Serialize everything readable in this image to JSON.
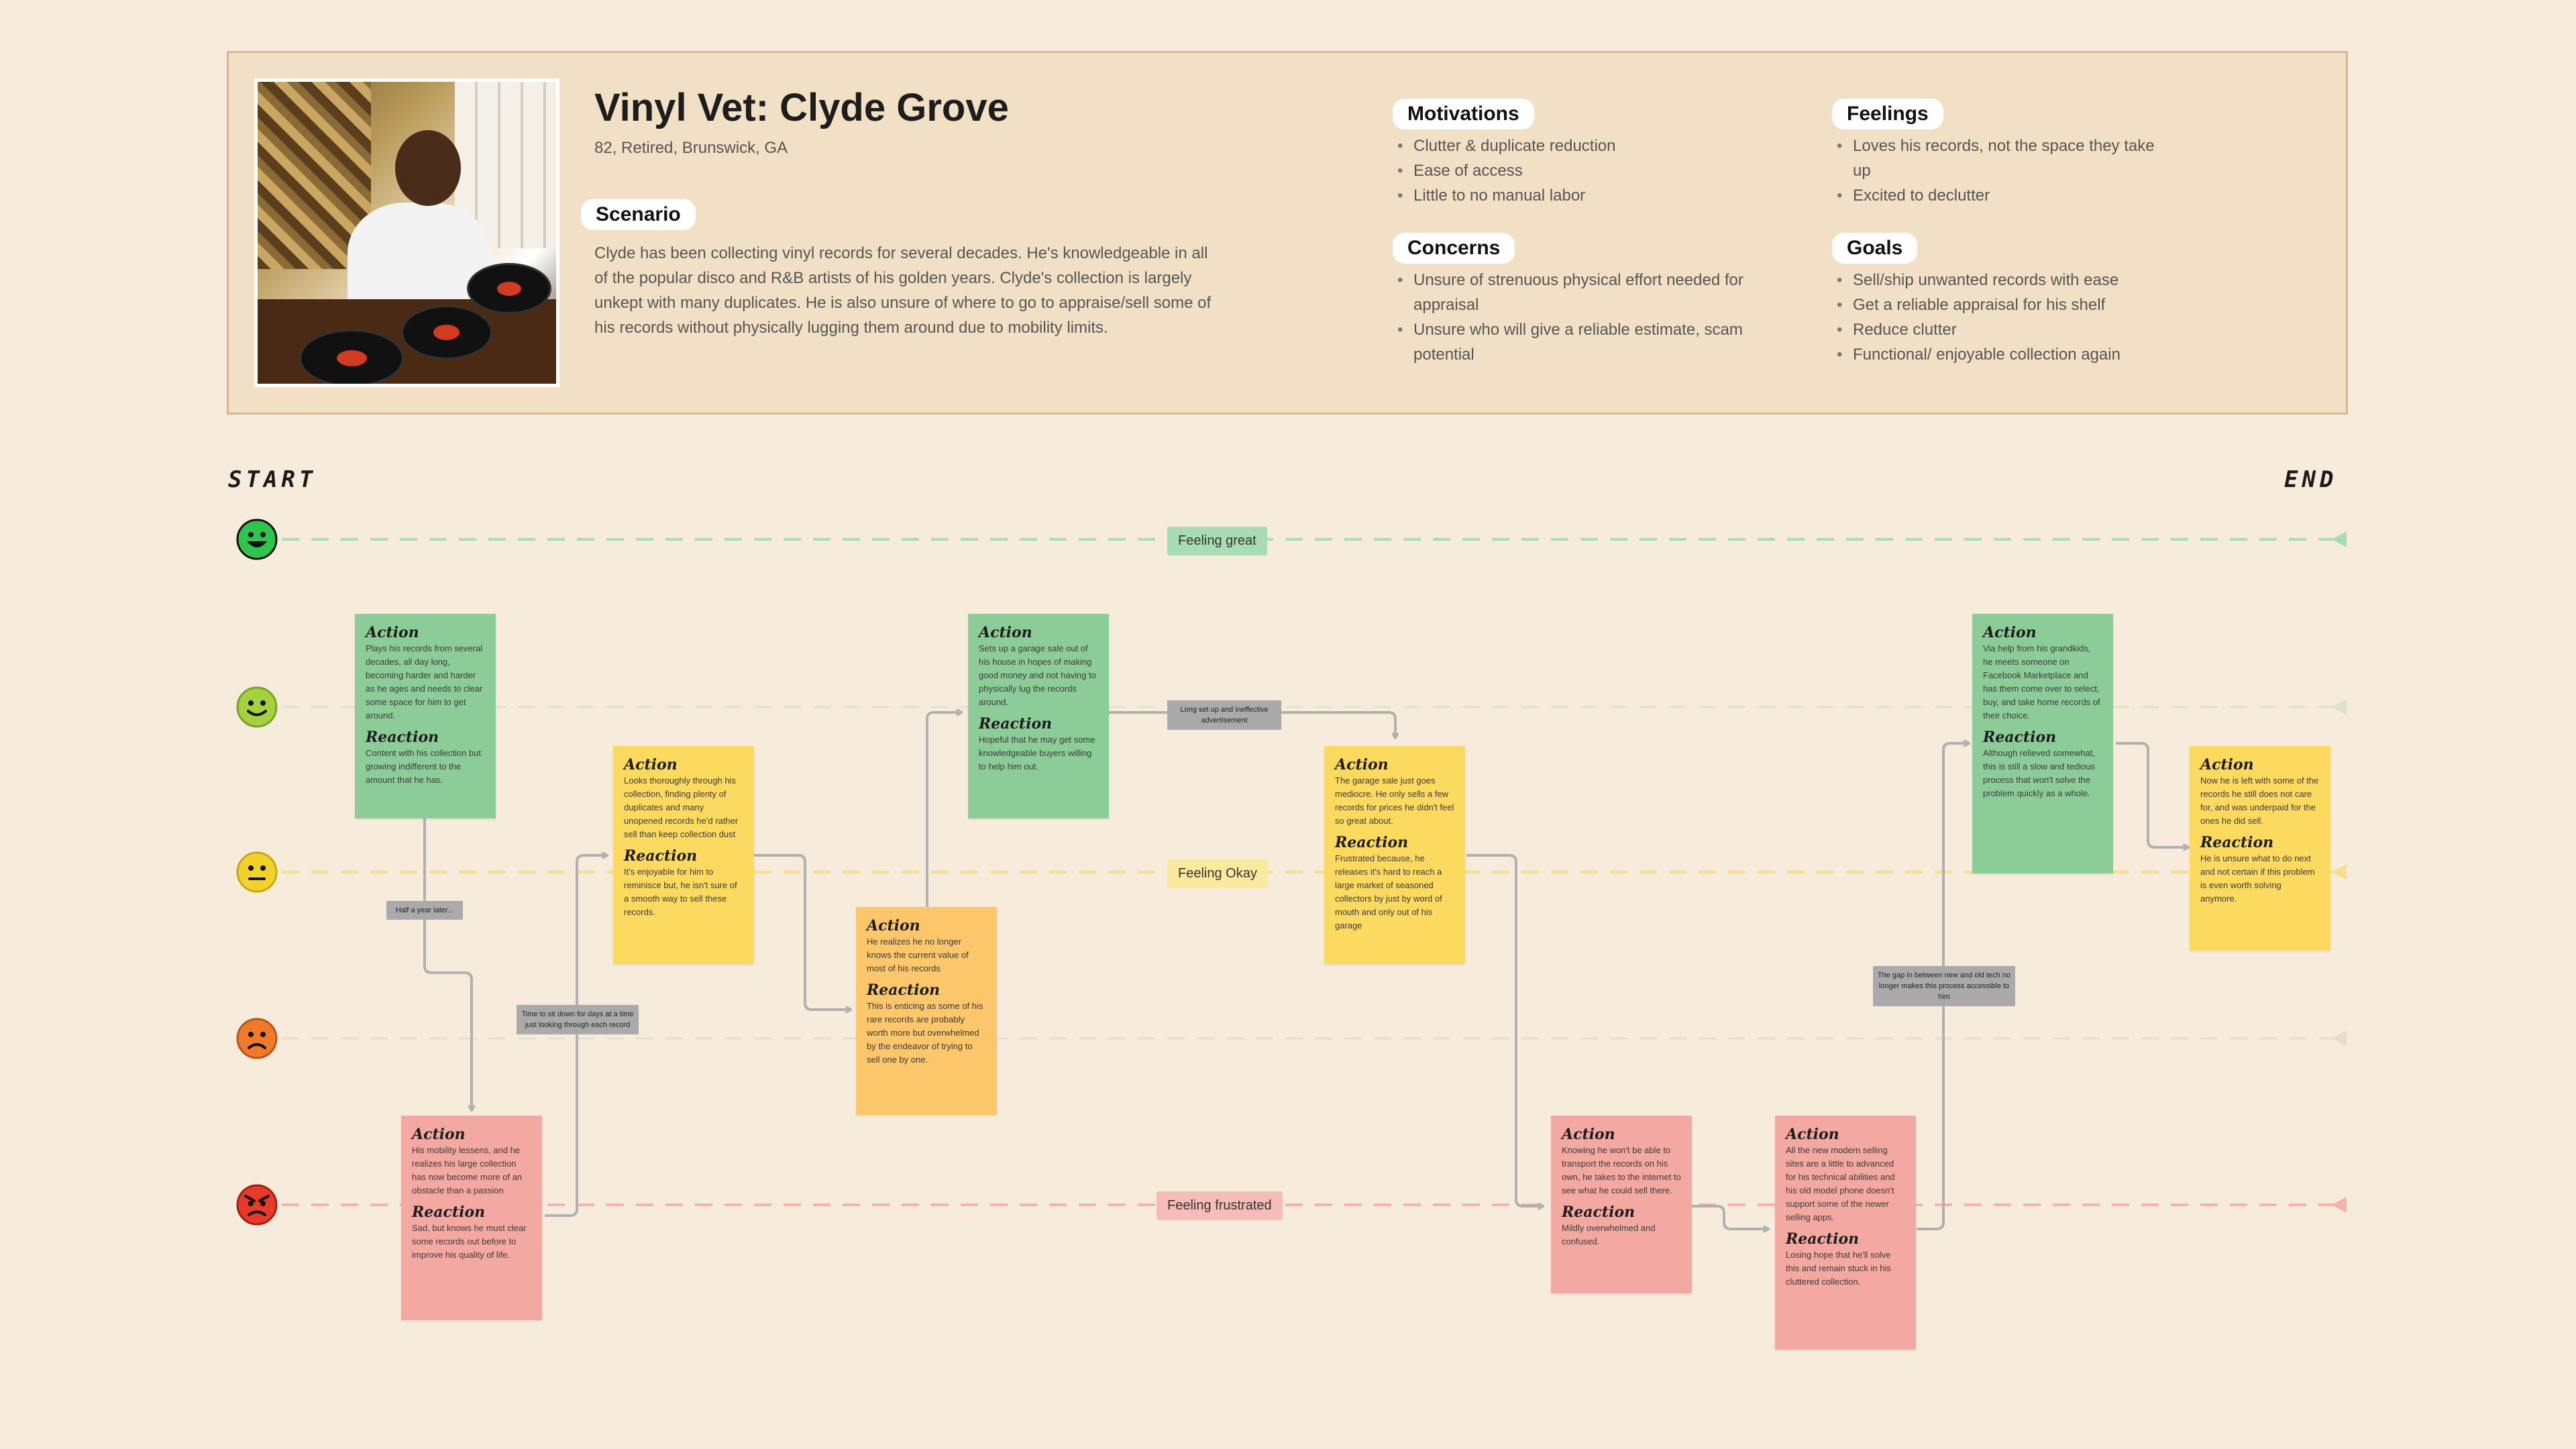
{
  "persona": {
    "name": "Vinyl Vet: Clyde Grove",
    "subtitle": "82, Retired, Brunswick, GA",
    "scenario_label": "Scenario",
    "scenario_text": "Clyde has been collecting vinyl records for several decades. He's knowledgeable in all of the popular disco and R&B artists of his golden years. Clyde's collection is largely unkept with many duplicates. He is also unsure of where to go to appraise/sell some of his records without physically lugging them around due to mobility limits.",
    "motivations": {
      "label": "Motivations",
      "items": [
        "Clutter & duplicate reduction",
        "Ease of access",
        "Little to no manual labor"
      ]
    },
    "concerns": {
      "label": "Concerns",
      "items": [
        "Unsure of strenuous physical effort needed for appraisal",
        "Unsure who will give a reliable estimate, scam potential"
      ]
    },
    "feelings": {
      "label": "Feelings",
      "items": [
        "Loves his records, not the space they take up",
        "Excited to declutter"
      ]
    },
    "goals": {
      "label": "Goals",
      "items": [
        "Sell/ship unwanted records with ease",
        "Get a reliable appraisal for his shelf",
        "Reduce clutter",
        "Functional/ enjoyable collection again"
      ]
    }
  },
  "journey": {
    "start_label": "START",
    "end_label": "END",
    "feeling_great": "Feeling great",
    "feeling_okay": "Feeling Okay",
    "feeling_frustrated": "Feeling frustrated",
    "colors": {
      "great": "#9bd6a8",
      "good": "#c9d8a0",
      "okay": "#f7d86a",
      "bad": "#f2b48a",
      "frustrated": "#f5a5a3",
      "line": "#b3b3b3"
    }
  },
  "transitions": {
    "t1": "Half a year later...",
    "t2": "Time to sit down for days at a time just looking through each record",
    "t3": "Long set up and ineffective advertisement",
    "t4": "The gap in between new and old tech no longer makes this process accessible to him"
  },
  "cards": [
    {
      "action_label": "Action",
      "action": "Plays his records from several decades, all day long, becoming harder and harder as he ages and needs to clear some space for him to get around.",
      "reaction_label": "Reaction",
      "reaction": "Content with his collection but growing indifferent to the amount that he has."
    },
    {
      "action_label": "Action",
      "action": "His mobility lessens, and he realizes his large collection has now become more of an obstacle than a passion",
      "reaction_label": "Reaction",
      "reaction": "Sad, but knows he must clear some records out before to improve his quality of life."
    },
    {
      "action_label": "Action",
      "action": "Looks thoroughly through his collection, finding plenty of duplicates and many unopened records he'd rather sell than keep collection dust",
      "reaction_label": "Reaction",
      "reaction": "It's enjoyable for him to reminisce but, he isn't sure of a smooth way to sell these records."
    },
    {
      "action_label": "Action",
      "action": "He realizes he no longer knows the current value of most of his records",
      "reaction_label": "Reaction",
      "reaction": "This is enticing as some of his rare records are probably worth more but overwhelmed by the endeavor of trying to sell one by one."
    },
    {
      "action_label": "Action",
      "action": "Sets up a garage sale out of his house in hopes of making good money and not having to physically lug the records around.",
      "reaction_label": "Reaction",
      "reaction": "Hopeful that he may get some knowledgeable buyers willing to help him out."
    },
    {
      "action_label": "Action",
      "action": "The garage sale just goes mediocre. He only sells a few records for prices he didn't feel so great about.",
      "reaction_label": "Reaction",
      "reaction": "Frustrated because, he releases it's hard to reach a large market of seasoned collectors by just by word of mouth and only out of his garage"
    },
    {
      "action_label": "Action",
      "action": "Knowing he won't be able to transport the records on his own, he takes to the internet to see what he could sell there.",
      "reaction_label": "Reaction",
      "reaction": "Mildly overwhelmed and confused."
    },
    {
      "action_label": "Action",
      "action": "All the new modern selling sites are a little to advanced for his technical abilities and his old model phone doesn't support some of the newer selling apps.",
      "reaction_label": "Reaction",
      "reaction": "Losing hope that he'll solve this and remain stuck in his cluttered collection."
    },
    {
      "action_label": "Action",
      "action": "Via help from his grandkids, he meets someone on Facebook Marketplace and has them come over to select, buy, and take home records of their choice.",
      "reaction_label": "Reaction",
      "reaction": "Although relieved somewhat, this is still a slow and tedious process that won't solve the problem quickly as a whole."
    },
    {
      "action_label": "Action",
      "action": "Now he is left with some of the records he still does not care for, and was underpaid for the ones he did sell.",
      "reaction_label": "Reaction",
      "reaction": "He is unsure what to do next and not certain if this problem is even worth solving anymore."
    }
  ]
}
